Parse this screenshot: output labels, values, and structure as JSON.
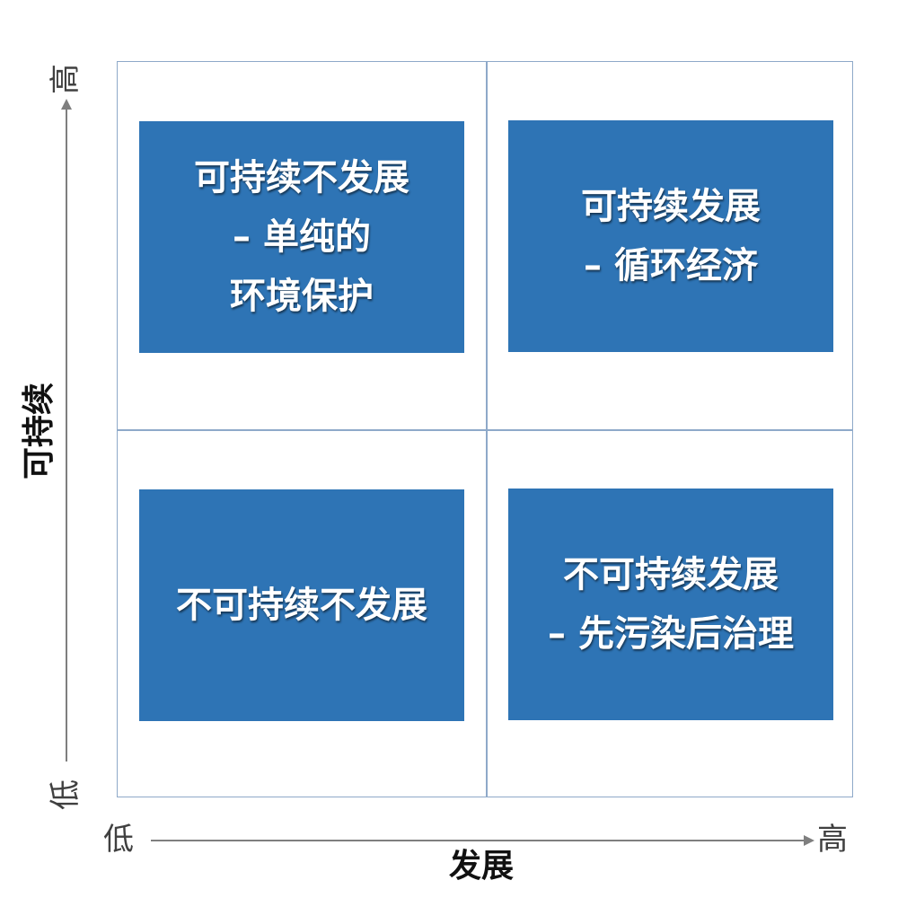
{
  "quadrants": {
    "top_left": "可持续不发展\n– 单纯的\n环境保护",
    "top_right": "可持续发展\n– 循环经济",
    "bottom_left": "不可持续不发展",
    "bottom_right": "不可持续发展\n– 先污染后治理"
  },
  "x_axis": {
    "title": "发展",
    "low": "低",
    "high": "高"
  },
  "y_axis": {
    "title": "可持续",
    "low": "低",
    "high": "高"
  },
  "colors": {
    "box_fill": "#2e74b5",
    "box_text": "#ffffff",
    "grid_line": "#8ea9c9",
    "axis_line": "#7f7f7f"
  }
}
